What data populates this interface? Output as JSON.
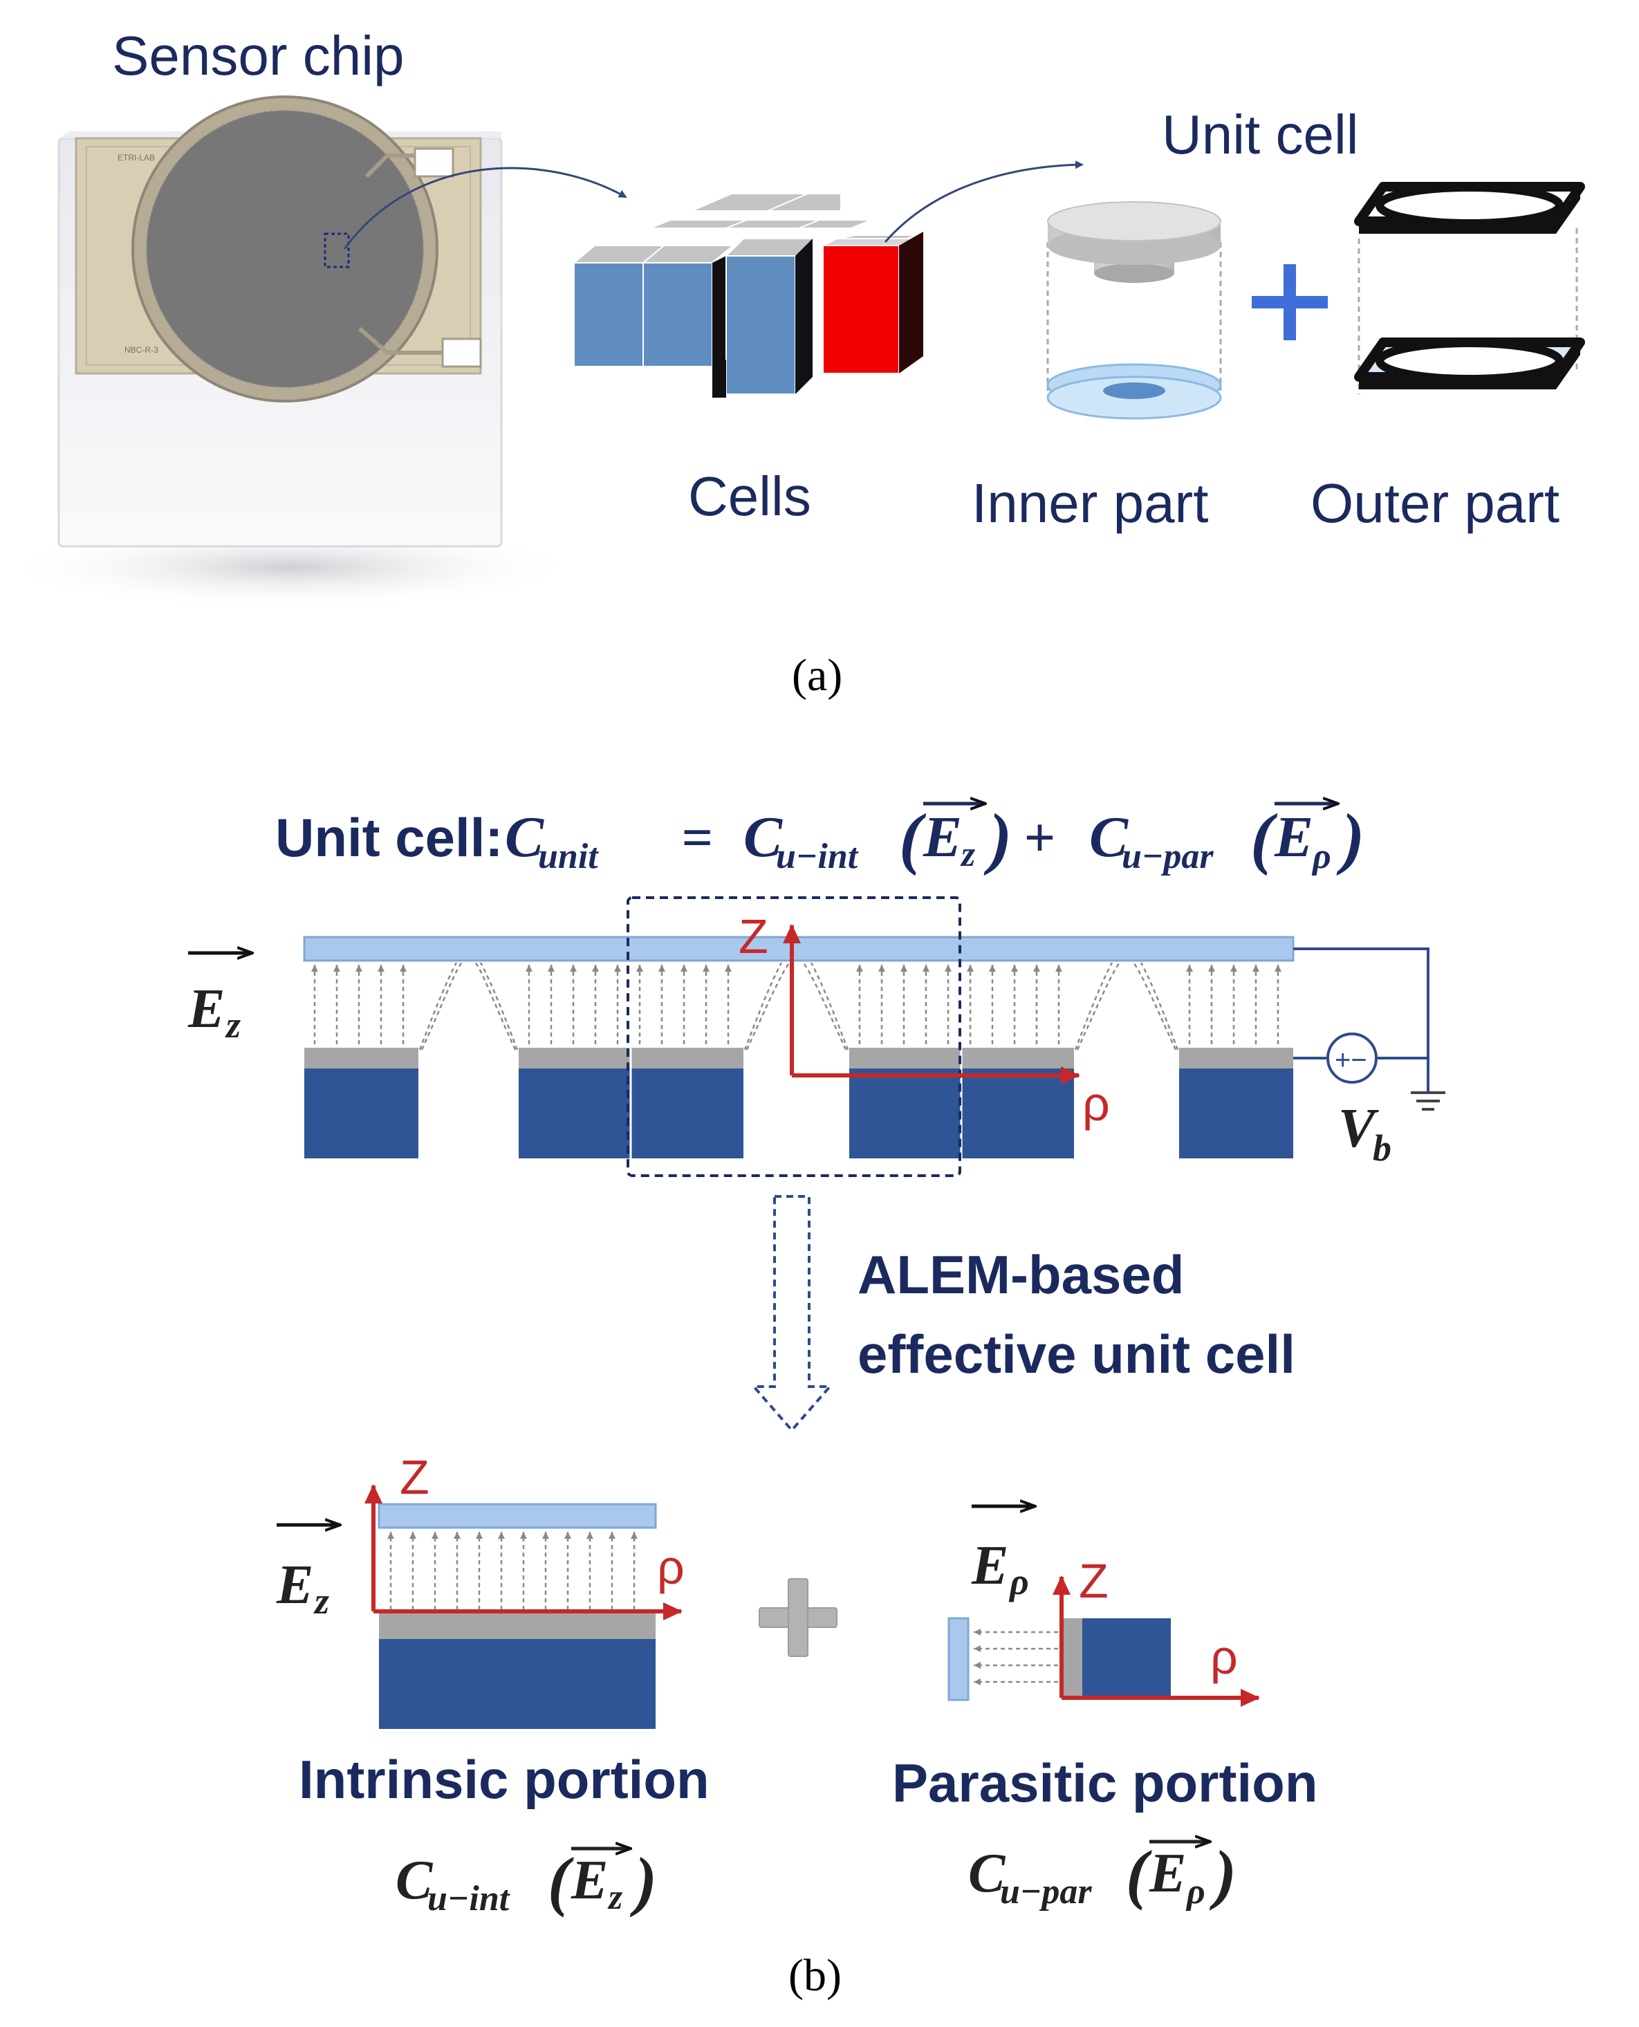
{
  "panel_a": {
    "title_sensor_chip": "Sensor chip",
    "title_unit_cell": "Unit cell",
    "label_cells": "Cells",
    "label_inner_part": "Inner part",
    "label_outer_part": "Outer part",
    "caption": "(a)"
  },
  "panel_b": {
    "equation_prefix": "Unit cell:",
    "equation_C": "C",
    "equation_unit_sub": "unit",
    "equation_eq": "=",
    "equation_Cint_sub": "u−int",
    "equation_plus": "+",
    "equation_Cpar_sub": "u−par",
    "field_E": "E",
    "field_z_sub": "z",
    "field_rho_sub": "ρ",
    "axis_z": "Z",
    "axis_rho": "ρ",
    "bias_V": "V",
    "bias_sub": "b",
    "source_symbol": "+−",
    "arrow_label_line1": "ALEM-based",
    "arrow_label_line2": "effective unit cell",
    "intrinsic_label": "Intrinsic portion",
    "parasitic_label": "Parasitic portion",
    "caption": "(b)"
  },
  "colors": {
    "navy_text": "#1b2a5e",
    "electrode_blue": "#2f5597",
    "membrane_light_blue": "#a9c8ec",
    "dielectric_gray": "#a6a6a6",
    "axis_red": "#c62828",
    "highlight_red": "#ff0000"
  }
}
